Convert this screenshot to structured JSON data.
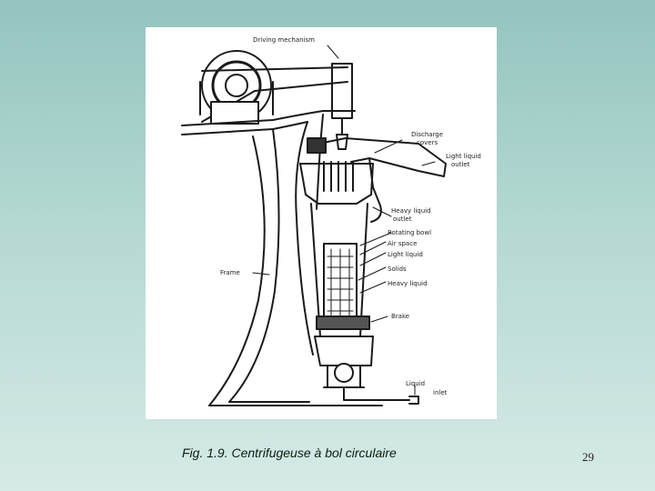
{
  "figure": {
    "labels": {
      "driving_mechanism": "Driving mechanism",
      "discharge_covers_1": "Discharge",
      "discharge_covers_2": "covers",
      "light_liquid_outlet_1": "Light liquid",
      "light_liquid_outlet_2": "outlet",
      "heavy_liquid_outlet_1": "Heavy liquid",
      "heavy_liquid_outlet_2": "outlet",
      "rotating_bowl": "Rotating bowl",
      "air_space": "Air space",
      "light_liquid": "Light liquid",
      "solids": "Solids",
      "heavy_liquid": "Heavy liquid",
      "frame": "Frame",
      "brake": "Brake",
      "liquid_inlet_1": "Liquid",
      "liquid_inlet_2": "inlet"
    }
  },
  "caption": "Fig. 1.9. Centrifugeuse à bol circulaire",
  "slide_number": "29"
}
